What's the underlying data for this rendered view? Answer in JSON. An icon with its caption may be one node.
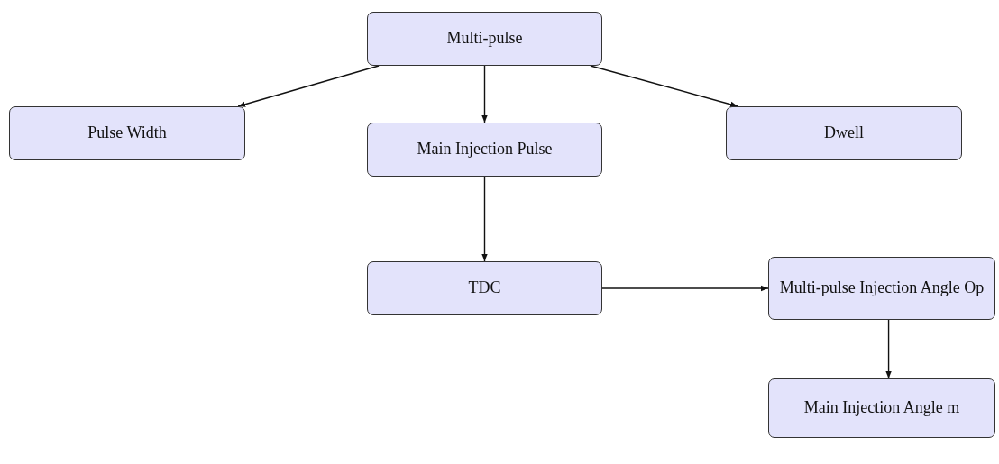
{
  "diagram": {
    "nodes": [
      {
        "text": [
          "Multi-pulse"
        ]
      },
      {
        "text": [
          "Pulse Width"
        ]
      },
      {
        "text": [
          "Main Injection Pulse"
        ]
      },
      {
        "text": [
          "Dwell"
        ]
      },
      {
        "text": [
          "TDC"
        ]
      },
      {
        "text": [
          "Multi-pulse Injection Angle Op"
        ]
      },
      {
        "text": [
          "Main Injection Angle m"
        ]
      }
    ],
    "edges": [
      {
        "from": 0,
        "to": 1,
        "arrow": "to"
      },
      {
        "from": 0,
        "to": 2,
        "arrow": "to"
      },
      {
        "from": 0,
        "to": 3,
        "arrow": "to"
      },
      {
        "from": 2,
        "to": 4,
        "arrow": "to"
      },
      {
        "from": 4,
        "to": 5,
        "arrow": "to"
      },
      {
        "from": 5,
        "to": 6,
        "arrow": "to"
      }
    ]
  }
}
